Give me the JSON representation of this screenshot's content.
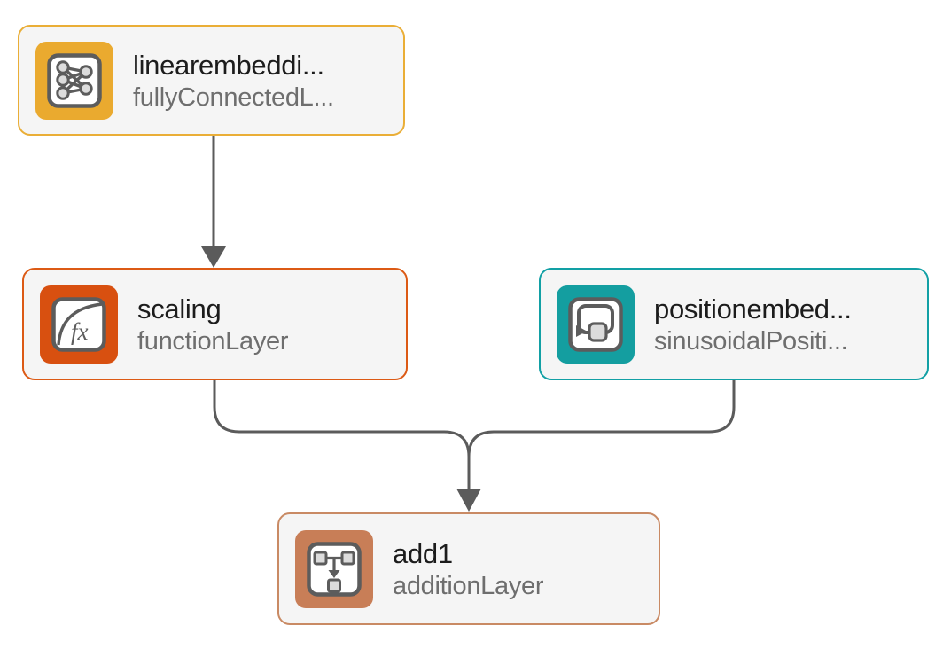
{
  "canvas": {
    "background": "#ffffff",
    "connector_color": "#5b5b5b",
    "node_fill": "#f5f5f5",
    "title_color": "#1c1c1c",
    "subtitle_color": "#6e6e6e"
  },
  "nodes": [
    {
      "id": "linearembedding",
      "title": "linearembeddi...",
      "subtitle": "fullyConnectedL...",
      "accent": "#EAAE37",
      "icon_bg": "#EAAA2F",
      "icon": "fully-connected-layer-icon"
    },
    {
      "id": "scaling",
      "title": "scaling",
      "subtitle": "functionLayer",
      "accent": "#DC5A15",
      "icon_bg": "#D85010",
      "icon": "function-layer-icon"
    },
    {
      "id": "positionembedding",
      "title": "positionembed...",
      "subtitle": "sinusoidalPositi...",
      "accent": "#12A0A5",
      "icon_bg": "#149EA0",
      "icon": "position-embedding-layer-icon"
    },
    {
      "id": "add1",
      "title": "add1",
      "subtitle": "additionLayer",
      "accent": "#C98A64",
      "icon_bg": "#C87E57",
      "icon": "addition-layer-icon"
    }
  ],
  "edges": [
    {
      "from": "linearembedding",
      "to": "scaling"
    },
    {
      "from": "scaling",
      "to": "add1"
    },
    {
      "from": "positionembedding",
      "to": "add1"
    }
  ]
}
